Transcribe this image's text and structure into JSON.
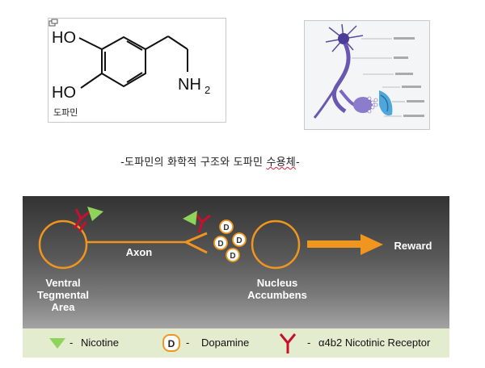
{
  "structure": {
    "label_ho_top": "HO",
    "label_ho_bottom": "HO",
    "label_nh": "NH",
    "label_nh_sub": "2",
    "caption": "도파민"
  },
  "caption": {
    "prefix": "-도파민의 화학적 구조와 도파민 ",
    "underlined": "수용체",
    "suffix": "-"
  },
  "diagram": {
    "axon_label": "Axon",
    "reward_label": "Reward",
    "vta_label_line1": "Ventral",
    "vta_label_line2": "Tegmental",
    "vta_label_line3": "Area",
    "nucleus_label_line1": "Nucleus",
    "nucleus_label_line2": "Accumbens",
    "dopamine_letter": "D",
    "colors": {
      "accent_orange": "#f0961e",
      "receptor_red": "#c8102e",
      "nicotine_green": "#8fd35a"
    }
  },
  "legend": {
    "nicotine_dash": "-",
    "nicotine_label": "Nicotine",
    "dopamine_letter": "D",
    "dopamine_dash": "-",
    "dopamine_label": "Dopamine",
    "receptor_dash": "-",
    "receptor_label": "α4b2 Nicotinic Receptor"
  }
}
